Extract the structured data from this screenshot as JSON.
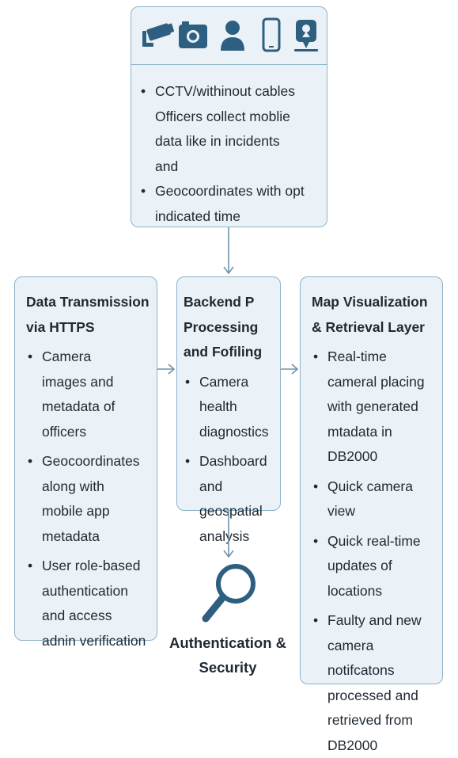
{
  "top_box": {
    "icons": [
      "cctv-camera-icon",
      "camera-icon",
      "person-icon",
      "smartphone-icon",
      "location-pin-icon"
    ],
    "bullets": [
      "CCTV/withinout cables Officers collect moblie data like in incidents and",
      "Geocoordinates with opt indicated time"
    ]
  },
  "left_box": {
    "title": "Data Transmission via HTTPS",
    "bullets": [
      "Camera images and metadata of officers",
      "Geocoordinates along with mobile app metadata",
      "User role-based authentication and access adnin verification"
    ]
  },
  "middle_box": {
    "title": "Backend P Processing and Fofiling",
    "bullets": [
      "Camera health diagnostics",
      "Dashboard and geospatial analysis"
    ]
  },
  "right_box": {
    "title": "Map Visualization & Retrieval Layer",
    "bullets": [
      "Real-time cameral placing with generated mtadata in DB2000",
      "Quick camera view",
      "Quick real-time updates of locations",
      "Faulty and new camera notifcatons processed and retrieved from DB2000"
    ]
  },
  "bottom": {
    "icon": "magnifier-icon",
    "title": "Authentication & Security"
  },
  "colors": {
    "box_fill": "#eaf2f7",
    "box_border": "#8fb3c9",
    "icon": "#2f5f80",
    "arrow": "#6f93aa"
  }
}
